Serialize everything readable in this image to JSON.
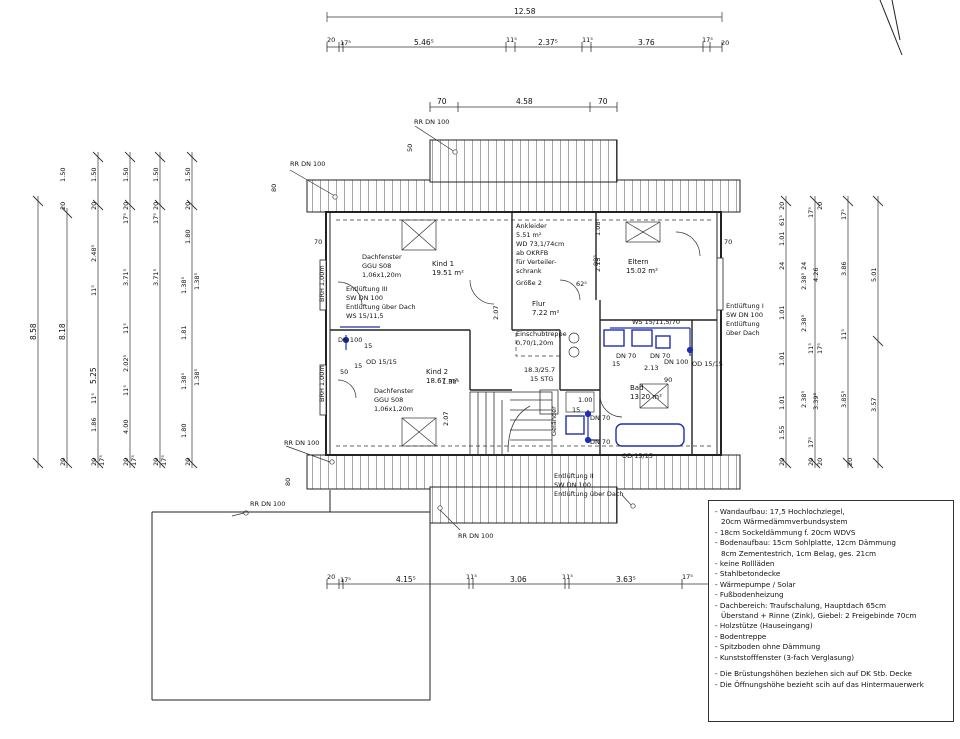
{
  "dims": {
    "top_total": "12.58",
    "top_chain": [
      "20",
      "17⁵",
      "5.46⁵",
      "11⁵",
      "2.37⁵",
      "11⁵",
      "3.76",
      "17⁵",
      "20"
    ],
    "dormer": [
      "70",
      "4.58",
      "70"
    ],
    "bottom_chain": [
      "20",
      "17⁵",
      "4.15⁵",
      "11⁵",
      "3.06",
      "11⁵",
      "3.63⁵",
      "17⁵",
      "20"
    ],
    "left_col1": [
      "8.58"
    ],
    "left_col2": [
      "20",
      "1.50",
      "8.18",
      "20"
    ],
    "left_col3": [
      "20",
      "1.50",
      "11⁵",
      "2.48⁵",
      "5.25",
      "11⁵",
      "1.86",
      "20",
      "17⁵"
    ],
    "left_col4": [
      "20",
      "1.50",
      "17⁵",
      "3.71⁵",
      "11⁵",
      "2.02⁵",
      "11⁵",
      "4.00",
      "20",
      "17⁵"
    ],
    "left_col5": [
      "20",
      "1.50",
      "17⁵",
      "3.71⁵",
      "1.38⁵",
      "1.81",
      "1.38⁵",
      "1.80",
      "20",
      "17⁵"
    ],
    "left_col6": [
      "20",
      "1.50",
      "1.80",
      "1.38⁵",
      "1.38⁵",
      "20"
    ],
    "right_col1": [
      "20",
      "61⁵",
      "1.01",
      "24",
      "1.01",
      "1.01",
      "1.01",
      "1.55",
      "20"
    ],
    "right_col2": [
      "17⁵",
      "24",
      "2.38⁵",
      "2.38⁵",
      "11⁵",
      "2.38⁵",
      "17⁵",
      "20"
    ],
    "right_col3": [
      "20",
      "4.26",
      "17⁵",
      "3.39⁵",
      "20"
    ],
    "right_col4": [
      "17⁵",
      "3.86",
      "11⁵",
      "3.85⁵",
      "20"
    ],
    "right_col5": [
      "5.01",
      "3.57"
    ],
    "misc": [
      "50",
      "80",
      "80",
      "70",
      "70",
      "1.08",
      "2.13",
      "2.13",
      "15",
      "90",
      "15",
      "50",
      "1.30⁵",
      "88⁵",
      "62⁵",
      "2.07",
      "1.00",
      "15",
      "2.07"
    ]
  },
  "rooms": {
    "kind1": {
      "name": "Kind 1",
      "area": "19.51 m²"
    },
    "kind2": {
      "name": "Kind 2",
      "area": "18.67 m²"
    },
    "eltern": {
      "name": "Eltern",
      "area": "15.02 m²"
    },
    "flur": {
      "name": "Flur",
      "area": "7.22 m²"
    },
    "bad": {
      "name": "Bad",
      "area": "13.20 m²"
    },
    "ankleide": [
      "Ankleider",
      "5.51 m²",
      "WD 73,1/74cm",
      "ab OKRFB",
      "für Verteiler-",
      "schrank",
      "Größe 2"
    ],
    "einschub": [
      "Einschubtreppe",
      "0,70/1,20m"
    ],
    "galerie": "Geländer",
    "stair": [
      "18.3/25.7",
      "15 STG"
    ]
  },
  "labels": {
    "rr_dn_100": "RR DN 100",
    "rr_dn_100_b": "RR DN 100",
    "rr_dn_100_c": "RR DN 100",
    "rr_dn_100_d": "RR DN 100",
    "rr_dn_100_e": "RR DN 100",
    "dachfenster1": [
      "Dachfenster",
      "GGU S08",
      "1,06x1,20m"
    ],
    "dachfenster2": [
      "Dachfenster",
      "GGU S08",
      "1,06x1,20m"
    ],
    "entl3": [
      "Entlüftung III",
      "SW DN 100",
      "Entlüftung über Dach",
      "WS 15/11,5"
    ],
    "entl1": [
      "Entlüftung I",
      "SW DN 100",
      "Entlüftung",
      "über Dach"
    ],
    "entl2": [
      "Entlüftung II",
      "SW DN 100",
      "Entlüftung über Dach"
    ],
    "brh1": "BRH 1,00m",
    "brh2": "BRH 1,00m",
    "dn100": "DN 100",
    "od_a": "OD 15/15",
    "od_b": "OD 15/15",
    "od_c": "OD 15/15",
    "ws_bad": "WS 15/11,5/70",
    "dn70_a": "DN 70",
    "dn70_b": "DN 70",
    "dn70_c": "DN 70",
    "dn70_d": "DN 70",
    "dn100_b": "DN 100",
    "n15": "15"
  },
  "notes": [
    "- Wandaufbau: 17,5 Hochlochziegel,",
    "  20cm Wärmedämmverbundsystem",
    "- 18cm Sockeldämmung f. 20cm WDVS",
    "- Bodenaufbau: 15cm Sohlplatte, 12cm Dämmung",
    "  8cm Zementestrich, 1cm Belag, ges. 21cm",
    "- keine Rollläden",
    "- Stahlbetondecke",
    "- Wärmepumpe / Solar",
    "- Fußbodenheizung",
    "- Dachbereich: Traufschalung, Hauptdach 65cm",
    "  Überstand + Rinne (Zink), Giebel: 2 Freigebinde 70cm",
    "- Holzstütze (Hauseingang)",
    "- Bodentreppe",
    "- Spitzboden ohne Dämmung",
    "- Kunststofffenster (3-fach Verglasung)",
    "",
    "- Die Brüstungshöhen beziehen sich auf DK Stb. Decke",
    "- Die Öffnungshöhe bezieht scih auf das Hintermauerwerk"
  ]
}
